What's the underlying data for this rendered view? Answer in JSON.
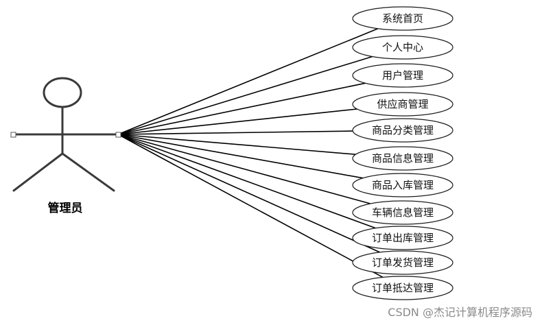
{
  "actor": {
    "name": "管理员"
  },
  "use_cases": [
    {
      "label": "系统首页"
    },
    {
      "label": "个人中心"
    },
    {
      "label": "用户管理"
    },
    {
      "label": "供应商管理"
    },
    {
      "label": "商品分类管理"
    },
    {
      "label": "商品信息管理"
    },
    {
      "label": "商品入库管理"
    },
    {
      "label": "车辆信息管理"
    },
    {
      "label": "订单出库管理"
    },
    {
      "label": "订单发货管理"
    },
    {
      "label": "订单抵达管理"
    }
  ],
  "watermark": "CSDN @杰记计算机程序源码"
}
